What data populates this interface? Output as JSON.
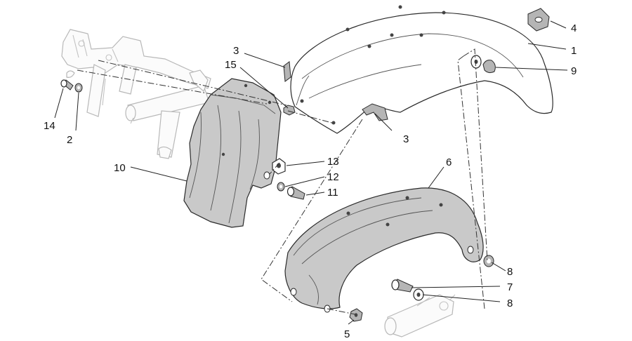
{
  "diagram": {
    "callouts": [
      {
        "id": "c1",
        "label": "1"
      },
      {
        "id": "c2",
        "label": "2"
      },
      {
        "id": "c3a",
        "label": "3"
      },
      {
        "id": "c3b",
        "label": "3"
      },
      {
        "id": "c4",
        "label": "4"
      },
      {
        "id": "c5",
        "label": "5"
      },
      {
        "id": "c6",
        "label": "6"
      },
      {
        "id": "c7",
        "label": "7"
      },
      {
        "id": "c8a",
        "label": "8"
      },
      {
        "id": "c8b",
        "label": "8"
      },
      {
        "id": "c9",
        "label": "9"
      },
      {
        "id": "c10",
        "label": "10"
      },
      {
        "id": "c11",
        "label": "11"
      },
      {
        "id": "c12",
        "label": "12"
      },
      {
        "id": "c13",
        "label": "13"
      },
      {
        "id": "c14",
        "label": "14"
      },
      {
        "id": "c15",
        "label": "15"
      }
    ]
  }
}
